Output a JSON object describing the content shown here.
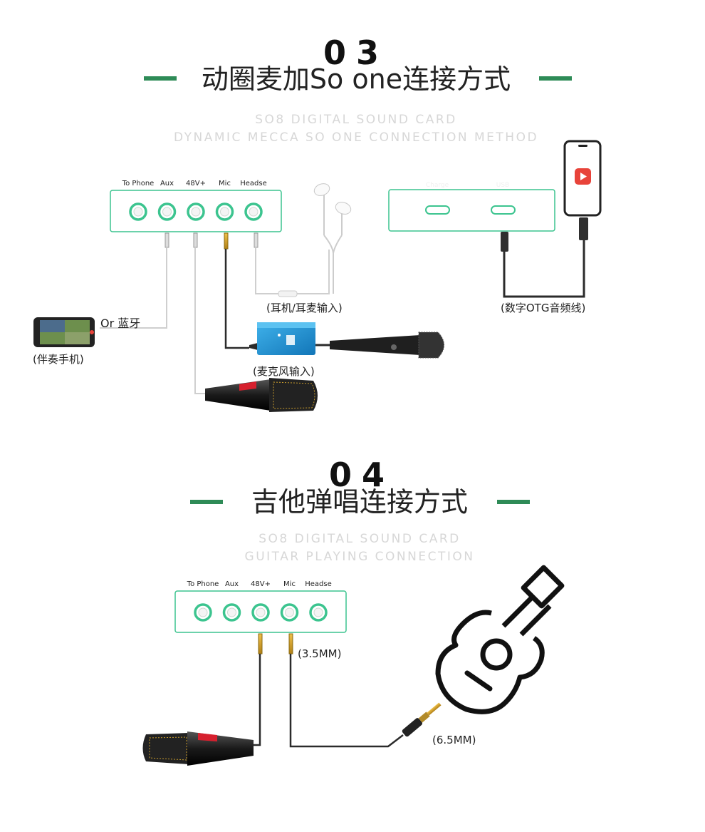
{
  "section3": {
    "number": "03",
    "title": "动圈麦加So one连接方式",
    "subtitle_line1": "SO8 DIGITAL SOUND CARD",
    "subtitle_line2": "DYNAMIC MECCA SO ONE CONNECTION METHOD",
    "ports": [
      "To Phone",
      "Aux",
      "48V+",
      "Mic",
      "Headse"
    ],
    "right_ports": [
      "Charge",
      "USB"
    ],
    "labels": {
      "bluetooth": "Or 蓝牙",
      "phone": "(伴奏手机)",
      "headset": "(耳机/耳麦输入)",
      "mic": "(麦克风输入)",
      "otg": "(数字OTG音频线)"
    }
  },
  "section4": {
    "number": "04",
    "title": "吉他弹唱连接方式",
    "subtitle_line1": "SO8 DIGITAL SOUND CARD",
    "subtitle_line2": "GUITAR PLAYING CONNECTION",
    "ports": [
      "To Phone",
      "Aux",
      "48V+",
      "Mic",
      "Headse"
    ],
    "labels": {
      "small_jack": "(3.5MM)",
      "large_jack": "(6.5MM)"
    }
  },
  "colors": {
    "accent_green": "#2e8b57",
    "port_green": "#3cc48f",
    "cable": "#333333",
    "subtitle_gray": "#d7d7d7",
    "phone_app_red": "#e8433a",
    "so_one_blue": "#1c8fd0"
  },
  "icons": [
    "earphones-icon",
    "microphone-icon",
    "phone-icon",
    "guitar-icon",
    "so-one-interface-icon",
    "condenser-mic-icon"
  ]
}
